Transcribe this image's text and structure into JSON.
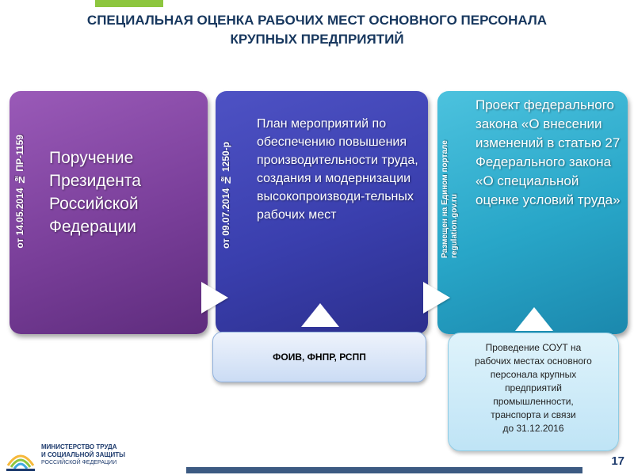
{
  "title": {
    "line1": "СПЕЦИАЛЬНАЯ ОЦЕНКА РАБОЧИХ МЕСТ ОСНОВНОГО ПЕРСОНАЛА",
    "line2": "КРУПНЫХ ПРЕДПРИЯТИЙ"
  },
  "cards": [
    {
      "side_label": "от 14.05.2014 № ПР-1159",
      "text": "Поручение Президента Российской Федерации"
    },
    {
      "side_label": "от 09.07.2014 № 1250-р",
      "text": "План мероприятий по обеспечению повышения производительности труда, создания и модернизации высокопроизводи-тельных рабочих мест"
    },
    {
      "side_label": "Размещен на Едином портале regulation.gov.ru",
      "text": "Проект федерального закона «О внесении изменений в статью 27 Федерального закона «О специальной оценке условий труда»"
    }
  ],
  "participants": "ФОИВ, ФНПР, РСПП",
  "callout_lines": [
    "Проведение СОУТ на",
    "рабочих местах основного",
    "персонала крупных",
    "предприятий",
    "промышленности,",
    "транспорта и связи",
    "до 31.12.2016"
  ],
  "ministry": {
    "line1": "МИНИСТЕРСТВО ТРУДА",
    "line2": "И СОЦИАЛЬНОЙ ЗАЩИТЫ",
    "line3": "РОССИЙСКОЙ ФЕДЕРАЦИИ"
  },
  "page_number": "17",
  "colors": {
    "title": "#17375e",
    "purple": "#7a3f9a",
    "blue": "#3a3fae",
    "teal": "#28a6c8",
    "accent_green": "#8dc63f"
  }
}
